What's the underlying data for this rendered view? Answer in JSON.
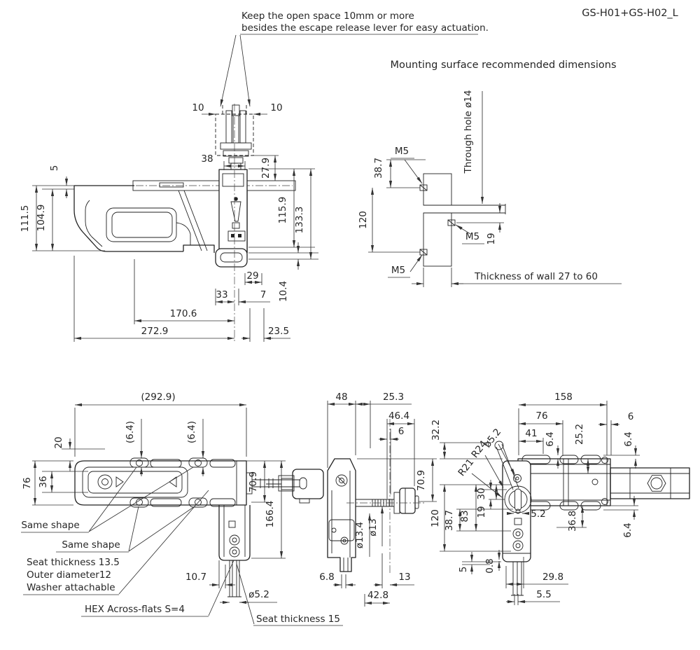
{
  "drawing": {
    "title": "GS-H01+GS-H02_L",
    "note_line1": "Keep the open space 10mm or more",
    "note_line2": "besides the escape release lever for easy actuation.",
    "mounting_title": "Mounting surface recommended dimensions",
    "line_color": "#222222",
    "dim_color": "#333333",
    "background": "#ffffff"
  },
  "side_view": {
    "d10l": "10",
    "d10r": "10",
    "d38": "38",
    "d27_9": "27.9",
    "d5": "5",
    "d111_5": "111.5",
    "d104_9": "104.9",
    "d115_9": "115.9",
    "d133_3": "133.3",
    "d29": "29",
    "d33": "33",
    "d7": "7",
    "d10_4": "10.4",
    "d170_6": "170.6",
    "d272_9": "272.9",
    "d23_5": "23.5"
  },
  "wall_section": {
    "d38_7": "38.7",
    "m5_top": "M5",
    "through_hole": "Through hole ø14",
    "d120": "120",
    "m5_mid": "M5",
    "d19": "19",
    "m5_bot": "M5",
    "thickness": "Thickness of wall 27 to 60"
  },
  "top_view": {
    "d292_9": "(292.9)",
    "d20": "20",
    "d6_4a": "(6.4)",
    "d6_4b": "(6.4)",
    "d76": "76",
    "d36": "36",
    "d70_9": "70.9",
    "d166_4": "166.4",
    "same_shape1": "Same shape",
    "same_shape2": "Same shape",
    "seat_note1": "Seat thickness 13.5",
    "seat_note2": "Outer diameter12",
    "seat_note3": "Washer attachable",
    "hex_note": "HEX Across-flats S=4",
    "d10_7": "10.7",
    "d5_2": "ø5.2",
    "seat15": "Seat thickness 15"
  },
  "profile_view": {
    "d48": "48",
    "d25_3": "25.3",
    "d46_4": "46.4",
    "d6": "6",
    "d70_9": "70.9",
    "d13_4": "ø13.4",
    "d13": "ø13",
    "d6_8": "6.8",
    "d13b": "13",
    "d42_8": "42.8"
  },
  "front_view": {
    "d158": "158",
    "d76": "76",
    "d41": "41",
    "d6_4_tl": "6.4",
    "d25_2": "25.2",
    "d6": "6",
    "d6_4_tr": "6.4",
    "d5_2": "ø5.2",
    "r24": "R24",
    "r21": "R21",
    "d32_2": "32.2",
    "d120": "120",
    "d38_7": "38.7",
    "d83": "83",
    "d19": "19",
    "d30": "30",
    "d5_2b": "5.2",
    "d36_8": "36.8",
    "d6_4_br": "6.4",
    "d5": "5",
    "d0_8": "0.8",
    "d29_8": "29.8",
    "d5_5": "5.5"
  }
}
